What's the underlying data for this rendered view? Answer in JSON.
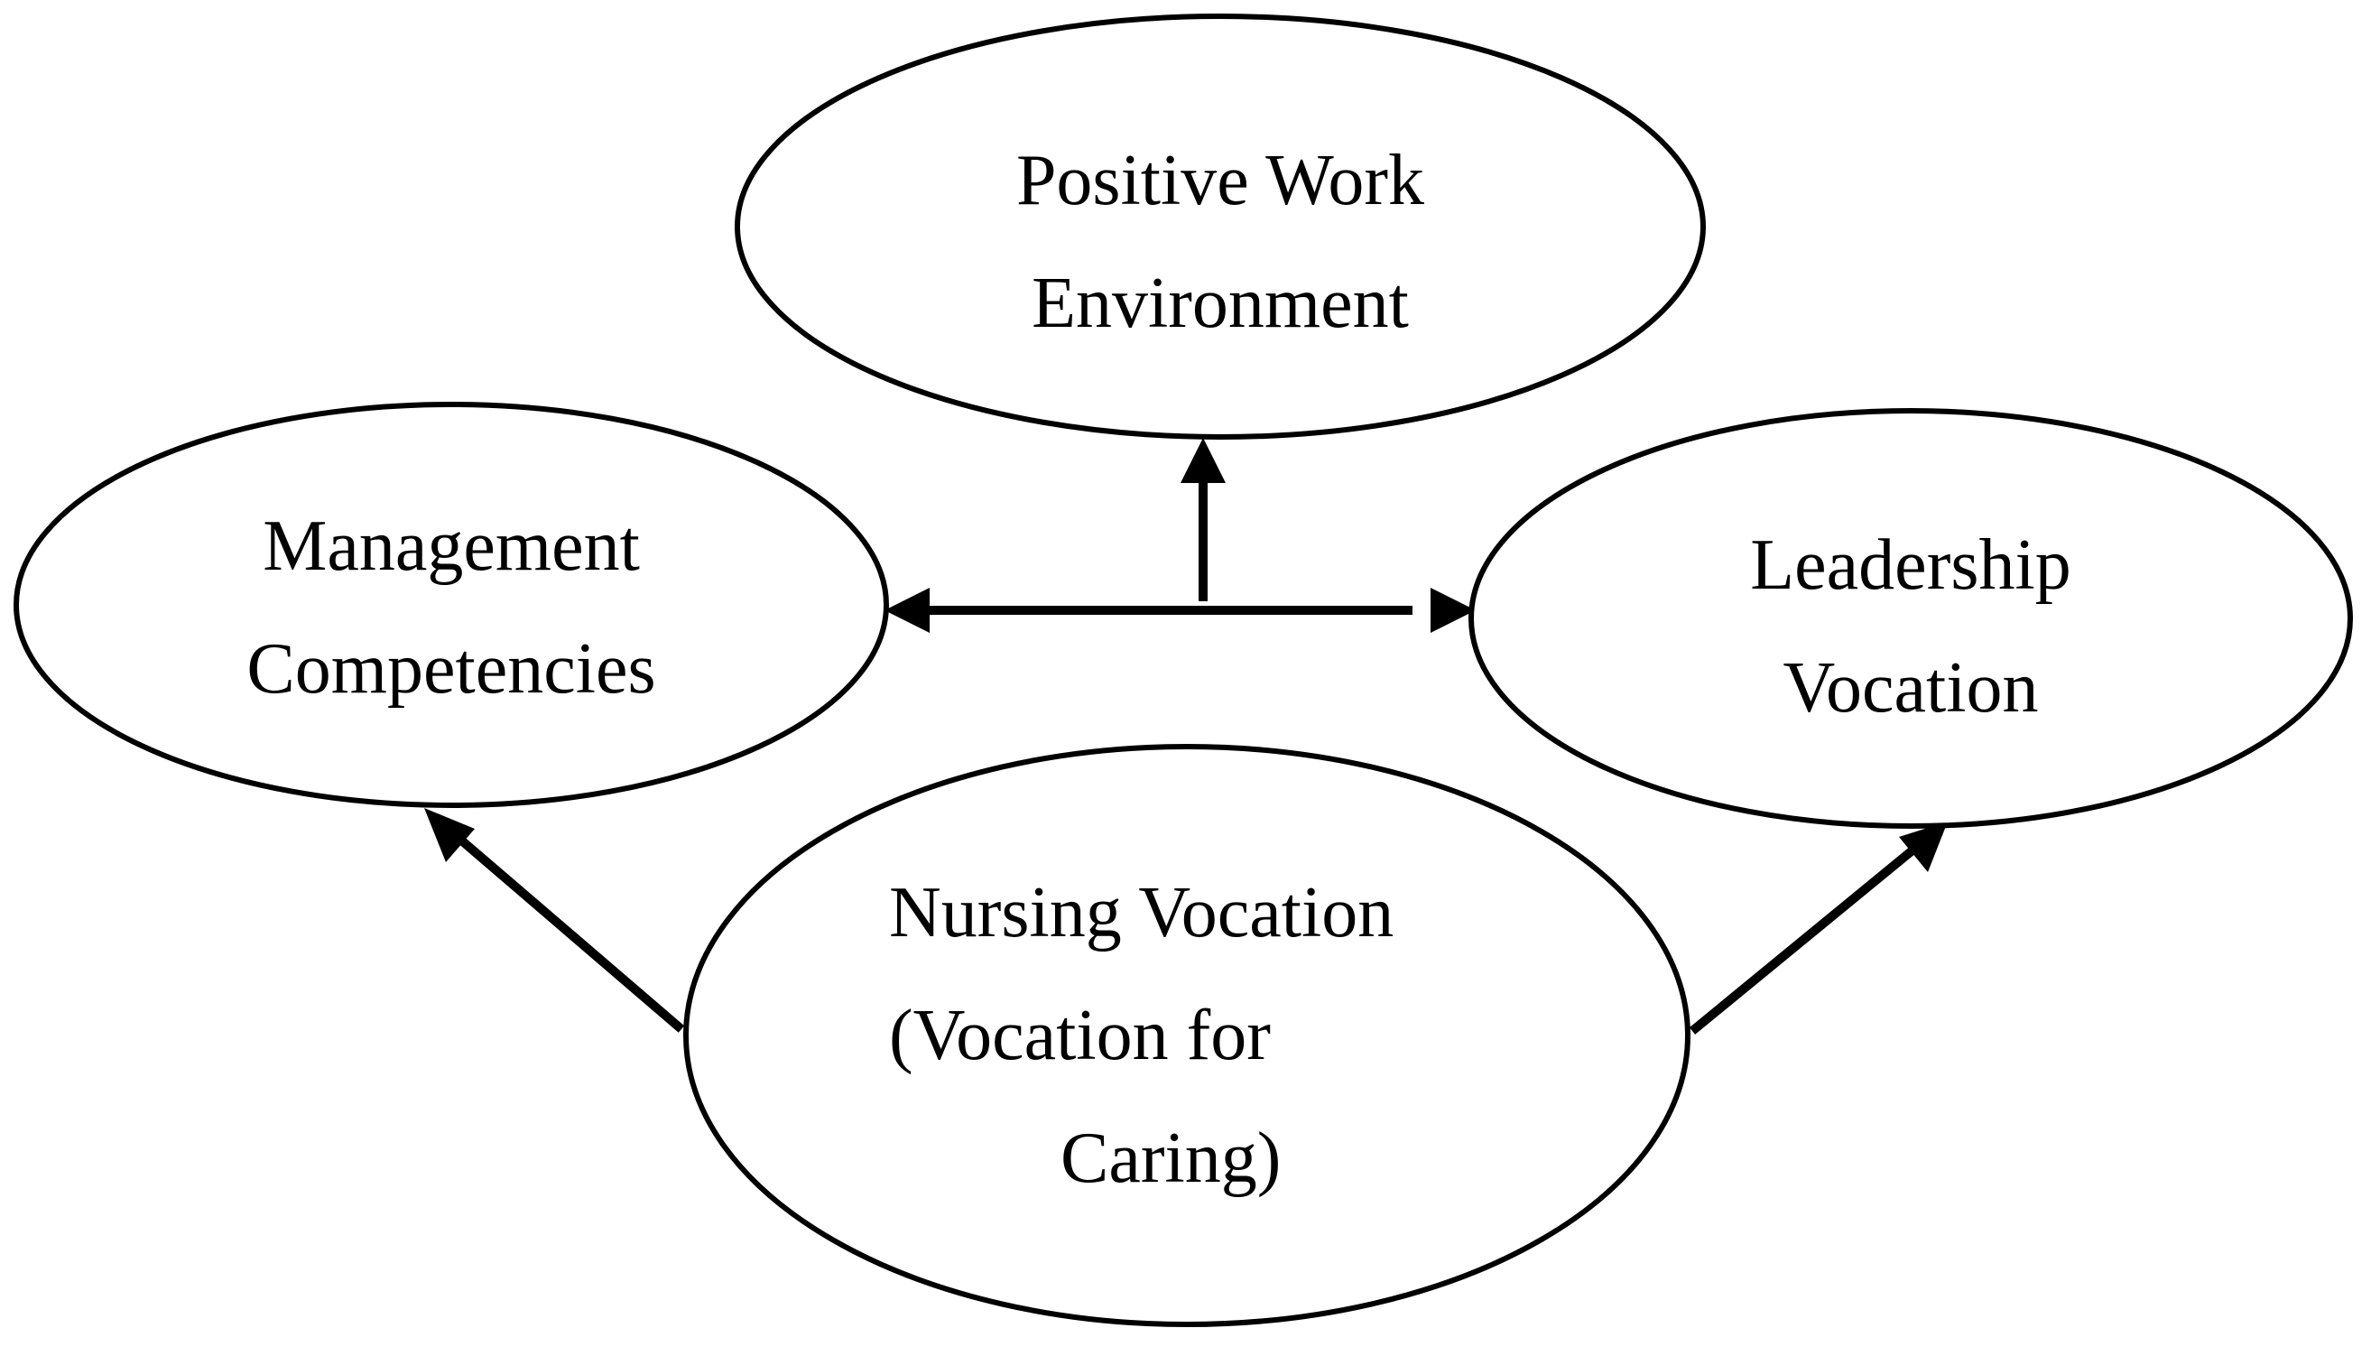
{
  "nodes": {
    "positive_work_environment": {
      "lines": [
        "Positive Work",
        "Environment"
      ]
    },
    "management_competencies": {
      "lines": [
        "Management",
        "Competencies"
      ]
    },
    "leadership_vocation": {
      "lines": [
        "Leadership",
        "Vocation"
      ]
    },
    "nursing_vocation": {
      "lines": [
        "Nursing Vocation",
        "(Vocation for",
        "Caring)"
      ]
    }
  },
  "edges": [
    {
      "from": "management_competencies",
      "to": "leadership_vocation",
      "direction": "both"
    },
    {
      "from": "management_competencies/leadership_vocation link",
      "to": "positive_work_environment",
      "direction": "forward"
    },
    {
      "from": "nursing_vocation",
      "to": "management_competencies",
      "direction": "forward"
    },
    {
      "from": "nursing_vocation",
      "to": "leadership_vocation",
      "direction": "forward"
    }
  ],
  "colors": {
    "stroke": "#000000",
    "background": "#ffffff"
  }
}
